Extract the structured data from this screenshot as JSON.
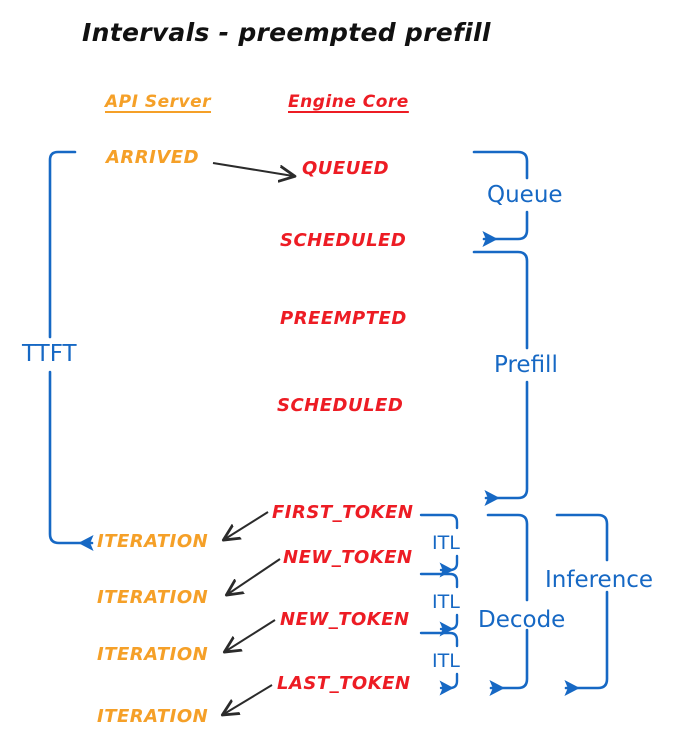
{
  "title": "Intervals - preempted prefill",
  "colors": {
    "api_server": "#F5A028",
    "engine_core": "#ED1C24",
    "interval": "#1668C4",
    "arrow": "#2b2b2b",
    "background": "#ffffff"
  },
  "columns": {
    "api_server": "API Server",
    "engine_core": "Engine Core"
  },
  "api_events": [
    {
      "label": "ARRIVED"
    },
    {
      "label": "ITERATION"
    },
    {
      "label": "ITERATION"
    },
    {
      "label": "ITERATION"
    },
    {
      "label": "ITERATION"
    }
  ],
  "engine_events": [
    {
      "label": "QUEUED"
    },
    {
      "label": "SCHEDULED"
    },
    {
      "label": "PREEMPTED"
    },
    {
      "label": "SCHEDULED"
    },
    {
      "label": "FIRST_TOKEN"
    },
    {
      "label": "NEW_TOKEN"
    },
    {
      "label": "NEW_TOKEN"
    },
    {
      "label": "LAST_TOKEN"
    }
  ],
  "intervals": {
    "ttft": "TTFT",
    "queue": "Queue",
    "prefill": "Prefill",
    "itl_1": "ITL",
    "itl_2": "ITL",
    "itl_3": "ITL",
    "decode": "Decode",
    "inference": "Inference"
  }
}
